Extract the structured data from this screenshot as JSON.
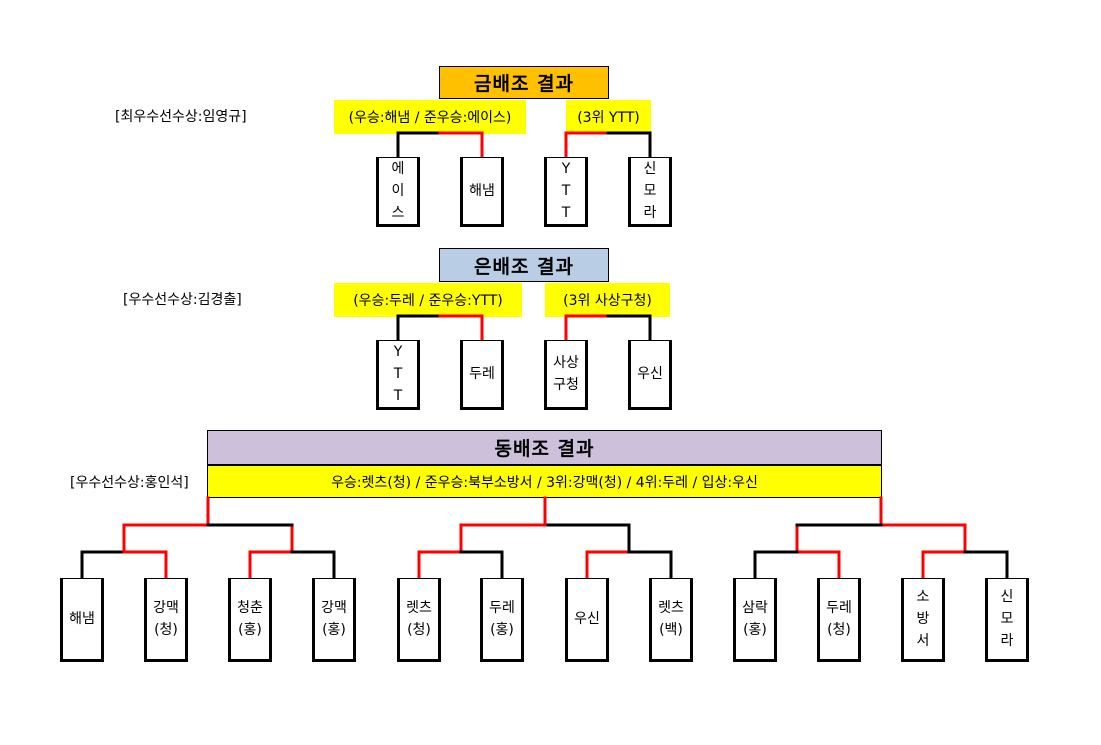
{
  "colors": {
    "gold": "#ffc000",
    "silver": "#b9cde5",
    "bronze": "#ccc0da",
    "highlight": "#ffff00",
    "winner_line": "#ff0000"
  },
  "gold": {
    "title": "금배조 결과",
    "award": "[최우수선수상:임영규]",
    "final_result": "(우승:해냄 / 준우승:에이스)",
    "third_result": "(3위 YTT)",
    "teams": [
      "에\n이\n스",
      "해냄",
      "Y\nT\nT",
      "신\n모\n라"
    ]
  },
  "silver": {
    "title": "은배조 결과",
    "award": "[우수선수상:김경출]",
    "final_result": "(우승:두레 / 준우승:YTT)",
    "third_result": "(3위 사상구청)",
    "teams": [
      "Y\nT\nT",
      "두레",
      "사상\n구청",
      "우신"
    ]
  },
  "bronze": {
    "title": "동배조 결과",
    "award": "[우수선수상:홍인석]",
    "result": "우승:렛츠(청) / 준우승:북부소방서 / 3위:강맥(청) / 4위:두레 / 입상:우신",
    "teams": [
      "해냄",
      "강맥\n(청)",
      "청춘\n(홍)",
      "강맥\n(홍)",
      "렛츠\n(청)",
      "두레\n(홍)",
      "우신",
      "렛츠\n(백)",
      "삼락\n(홍)",
      "두레\n(청)",
      "소\n방\n서",
      "신\n모\n라"
    ]
  }
}
